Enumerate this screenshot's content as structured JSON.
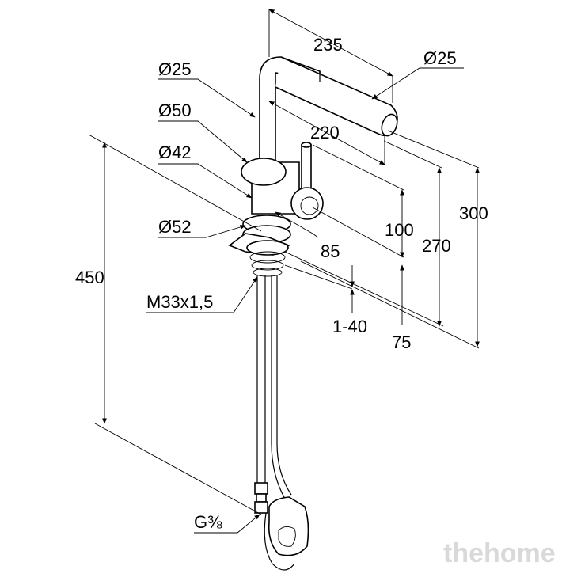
{
  "dimensions": {
    "d235": "235",
    "d220": "220",
    "d25_left": "Ø25",
    "d25_right": "Ø25",
    "d50": "Ø50",
    "d42": "Ø42",
    "d52": "Ø52",
    "d450": "450",
    "d300": "300",
    "d270": "270",
    "d100": "100",
    "d85": "85",
    "thread": "M33x1,5",
    "d1_40": "1-40",
    "d75": "75",
    "g38": "G⅜"
  },
  "watermark": "thehome"
}
